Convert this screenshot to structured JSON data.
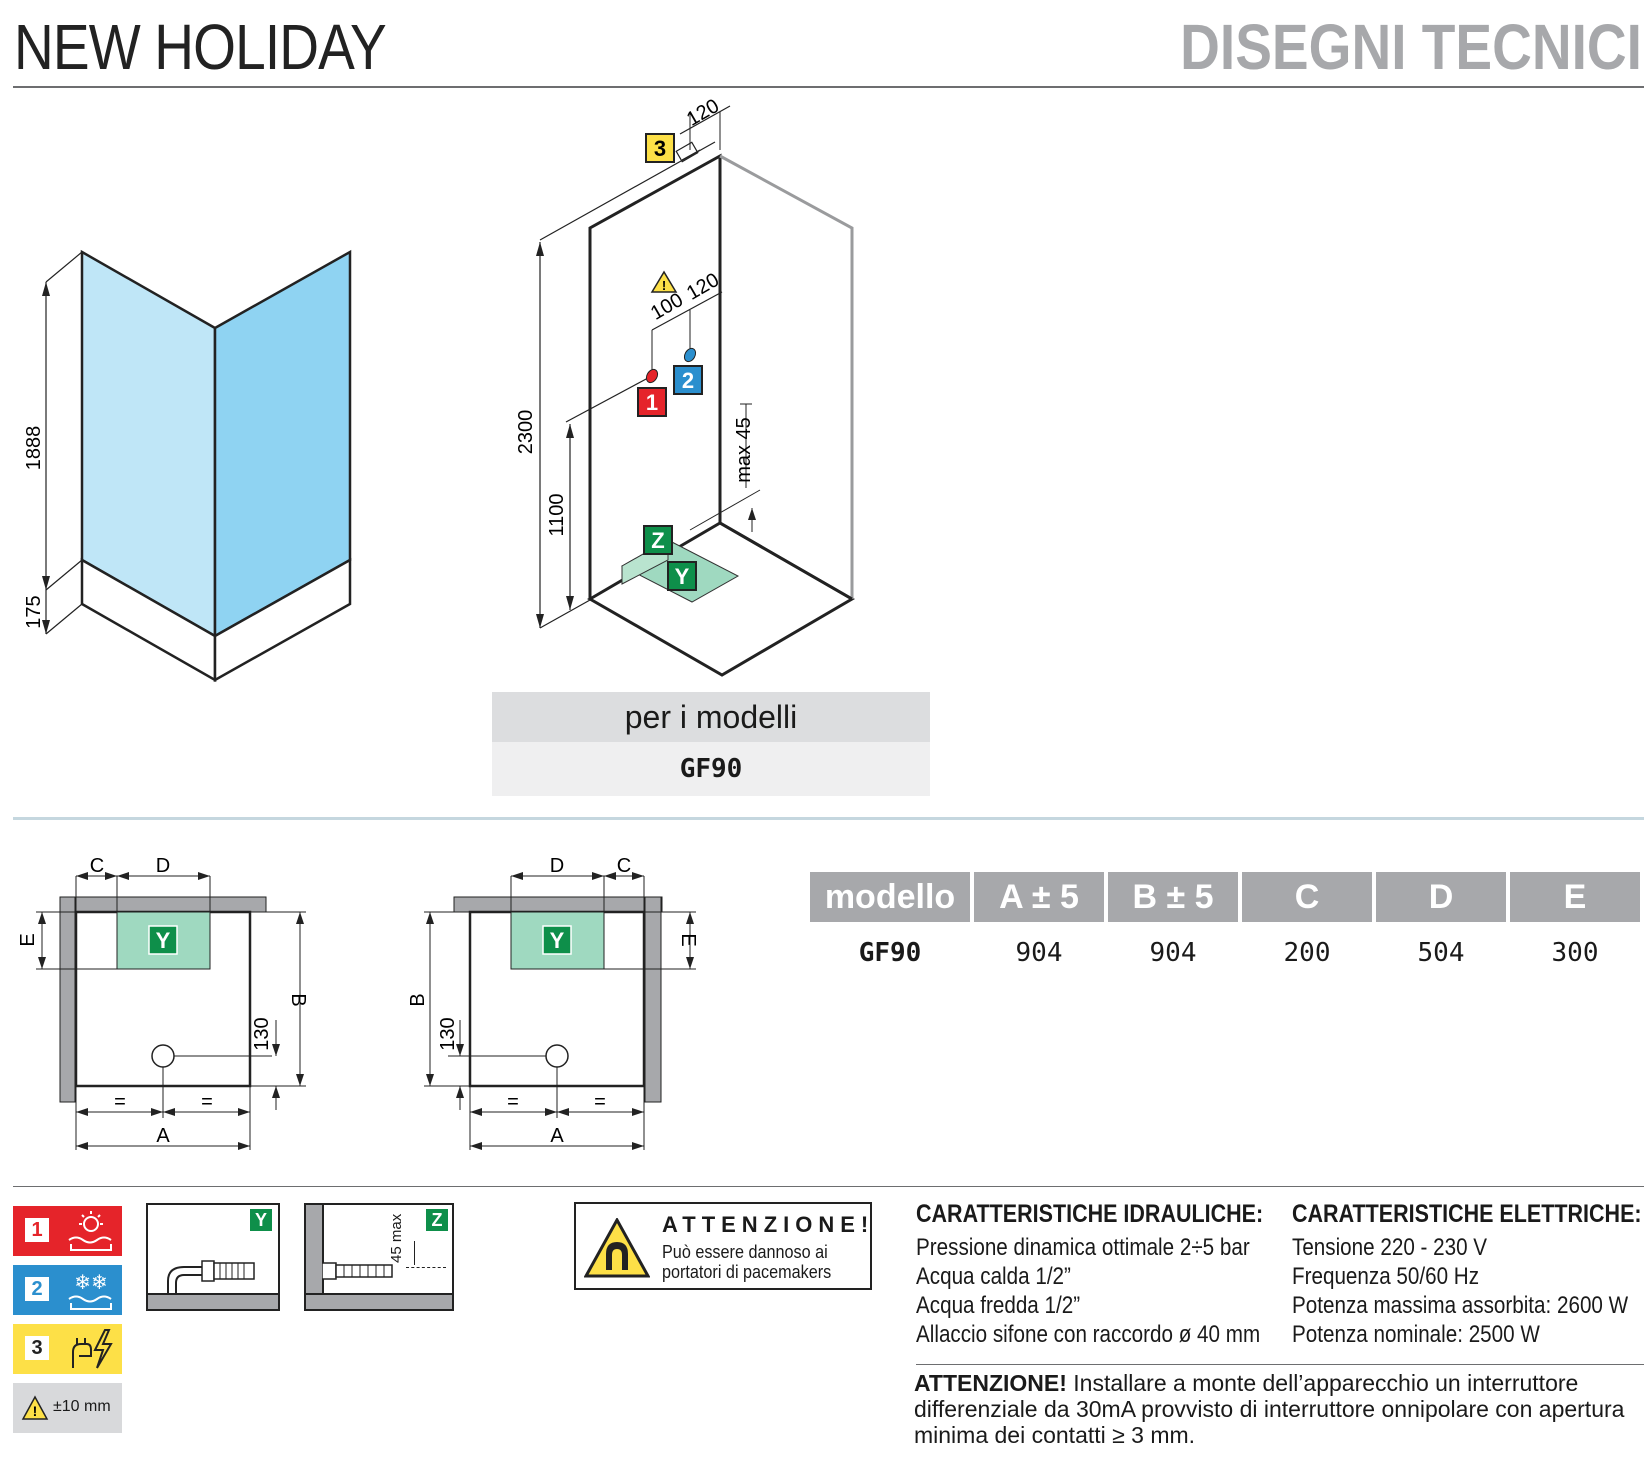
{
  "header": {
    "product_title": "NEW HOLIDAY",
    "section_title": "DISEGNI TECNICI"
  },
  "iso_left": {
    "height_main": "1888",
    "height_base": "175",
    "glass_color": "#a8dcf3"
  },
  "iso_right": {
    "height_total": "2300",
    "height_inlet": "1100",
    "spacing_a": "100",
    "spacing_b": "120",
    "top_offset": "120",
    "drain_max": "max 45",
    "labels": {
      "hot": "1",
      "cold": "2",
      "power": "3",
      "drain_z": "Z",
      "drain_y": "Y"
    }
  },
  "models": {
    "header": "per i modelli",
    "name": "GF90"
  },
  "plan_left": {
    "c": "C",
    "d": "D",
    "e": "E",
    "b": "B",
    "a": "A",
    "eq1": "=",
    "eq2": "=",
    "offset": "130",
    "y": "Y"
  },
  "plan_right": {
    "c": "C",
    "d": "D",
    "e": "E",
    "b": "B",
    "a": "A",
    "eq1": "=",
    "eq2": "=",
    "offset": "130",
    "y": "Y"
  },
  "dimensions_table": {
    "headers": [
      "modello",
      "A ± 5",
      "B ± 5",
      "C",
      "D",
      "E"
    ],
    "rows": [
      [
        "GF90",
        "904",
        "904",
        "200",
        "504",
        "300"
      ]
    ]
  },
  "legend": {
    "hot_num": "1",
    "cold_num": "2",
    "power_num": "3",
    "tolerance": "±10 mm",
    "colors": {
      "hot": "#e5242a",
      "cold": "#2b8fce",
      "power": "#fde047",
      "tolerance_bg": "#d8d9db",
      "drain": "#0e8f4a"
    }
  },
  "drain_details": {
    "y_label": "Y",
    "z_label": "Z",
    "z_max": "45 max"
  },
  "warning": {
    "title": "ATTENZIONE!",
    "line1": "Può essere dannoso ai",
    "line2": "portatori di pacemakers"
  },
  "hydraulic": {
    "title": "CARATTERISTICHE IDRAULICHE:",
    "lines": [
      "Pressione dinamica ottimale 2÷5 bar",
      "Acqua calda 1/2”",
      "Acqua fredda 1/2”",
      "Allaccio sifone con raccordo ø 40 mm"
    ]
  },
  "electric": {
    "title": "CARATTERISTICHE ELETTRICHE:",
    "lines": [
      "Tensione 220 - 230 V",
      "Frequenza 50/60 Hz",
      "Potenza massima assorbita: 2600 W",
      "Potenza nominale: 2500 W"
    ]
  },
  "footer_note": {
    "label": "ATTENZIONE!",
    "text": " Installare a monte dell’apparecchio un interruttore differenziale da 30mA provvisto di interruttore onnipolare con apertura minima dei contatti ≥ 3 mm."
  }
}
